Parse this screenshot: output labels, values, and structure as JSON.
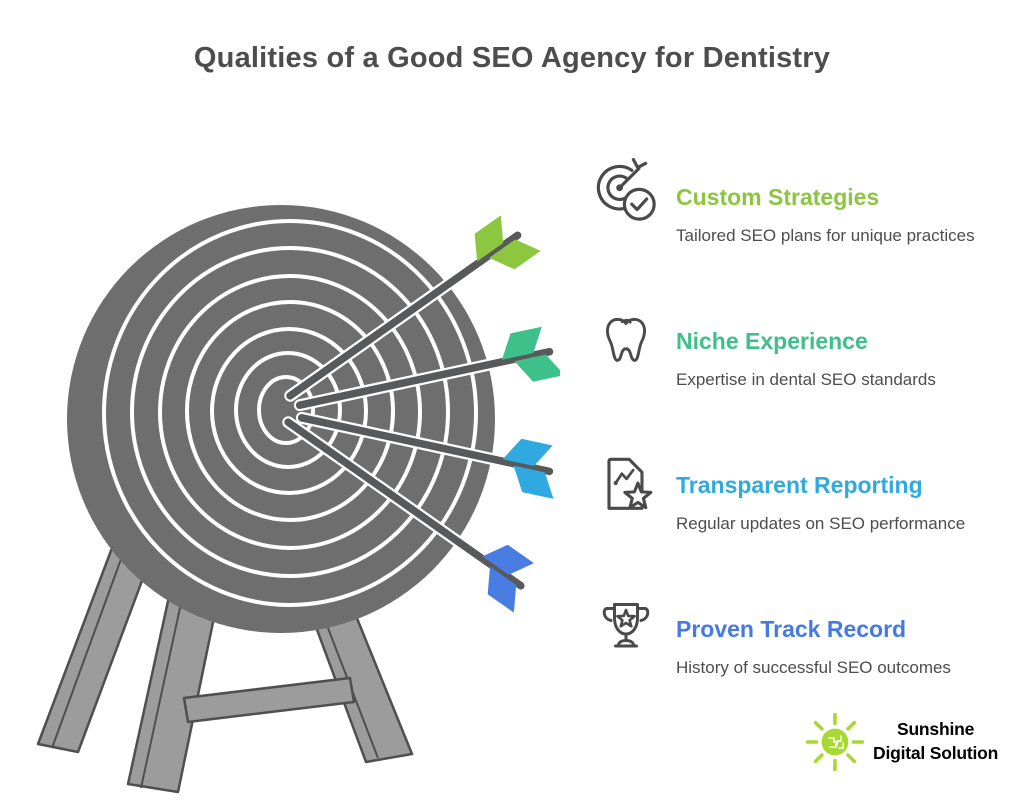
{
  "title": "Qualities of a Good SEO Agency for Dentistry",
  "title_color": "#4D4D4D",
  "text_color": "#4D4D4D",
  "items": [
    {
      "icon": "target-check-icon",
      "heading": "Custom Strategies",
      "color": "#8CC63F",
      "description": "Tailored SEO plans for unique practices"
    },
    {
      "icon": "tooth-icon",
      "heading": "Niche Experience",
      "color": "#3FC08B",
      "description": "Expertise in dental SEO standards"
    },
    {
      "icon": "report-star-icon",
      "heading": "Transparent Reporting",
      "color": "#2FAAE1",
      "description": "Regular updates on SEO performance"
    },
    {
      "icon": "trophy-star-icon",
      "heading": "Proven Track Record",
      "color": "#4579E4",
      "description": "History of successful SEO outcomes"
    }
  ],
  "illustration": {
    "board_color": "#6E6E6E",
    "ring_color": "#FFFFFF",
    "stand_color": "#9C9C9C",
    "stand_outline_color": "#4F4F4F",
    "shaft_color": "#58595B",
    "arrow_colors": [
      "#8DC63F",
      "#3EC08B",
      "#2FA9E0",
      "#4A7DE2"
    ]
  },
  "logo": {
    "icon": "sun-circuit-icon",
    "icon_color": "#A8D832",
    "text_color": "#000000",
    "name_line1": "Sunshine",
    "name_line2": "Digital Solution"
  }
}
